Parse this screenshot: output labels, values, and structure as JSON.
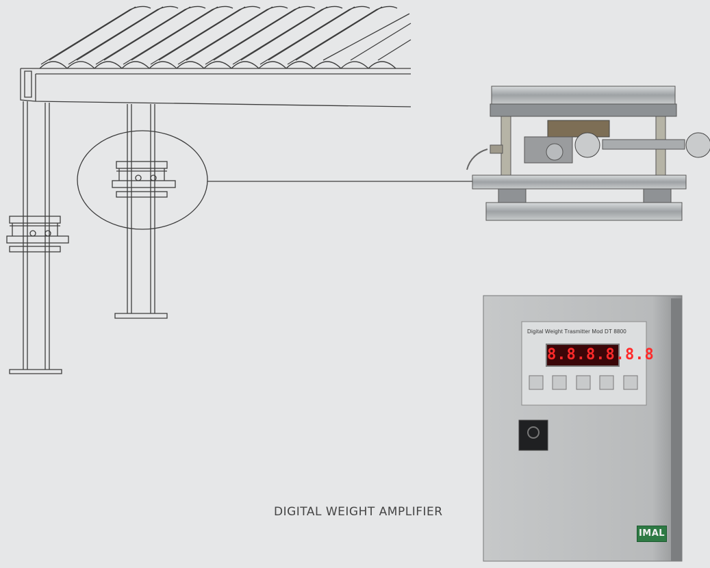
{
  "caption": "DIGITAL WEIGHT AMPLIFIER",
  "amplifier": {
    "panel_title": "Digital Weight Trasmitter   Mod DT 8800",
    "display_value": "8.8.8.8.8.8",
    "logo_text": "IMAL",
    "button_count": 5
  },
  "colors": {
    "background": "#e6e7e8",
    "line": "#3c3c3c",
    "enclosure": "#bfc1c2",
    "display_red": "#ff2a2a",
    "logo_green": "#2e7a44"
  }
}
